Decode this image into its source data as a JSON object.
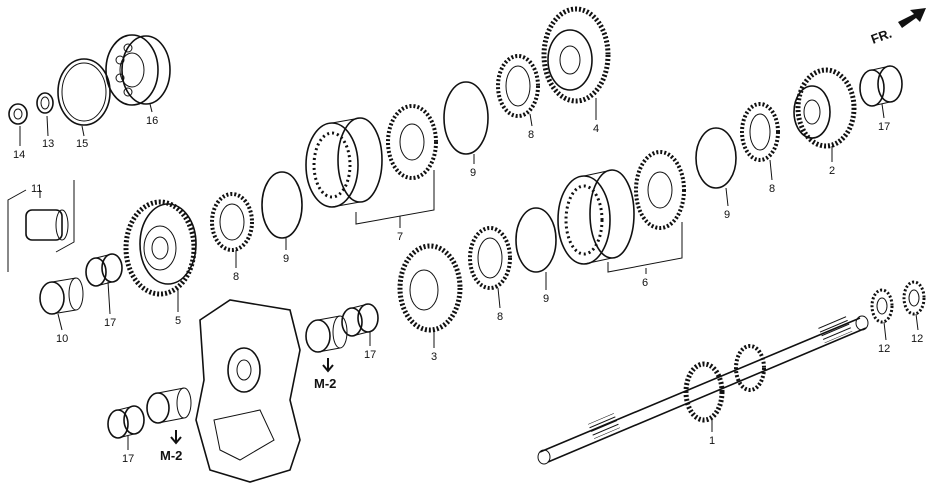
{
  "direction": {
    "label": "FR."
  },
  "callouts": [
    {
      "id": "c14",
      "text": "14"
    },
    {
      "id": "c13",
      "text": "13"
    },
    {
      "id": "c15",
      "text": "15"
    },
    {
      "id": "c16",
      "text": "16"
    },
    {
      "id": "c11",
      "text": "11"
    },
    {
      "id": "c10",
      "text": "10"
    },
    {
      "id": "c17a",
      "text": "17"
    },
    {
      "id": "c5",
      "text": "5"
    },
    {
      "id": "c8a",
      "text": "8"
    },
    {
      "id": "c9a",
      "text": "9"
    },
    {
      "id": "c7",
      "text": "7"
    },
    {
      "id": "c9b",
      "text": "9"
    },
    {
      "id": "c8b",
      "text": "8"
    },
    {
      "id": "c4",
      "text": "4"
    },
    {
      "id": "c17b",
      "text": "17"
    },
    {
      "id": "c2",
      "text": "2"
    },
    {
      "id": "c8c",
      "text": "8"
    },
    {
      "id": "c9c",
      "text": "9"
    },
    {
      "id": "c6",
      "text": "6"
    },
    {
      "id": "c9d",
      "text": "9"
    },
    {
      "id": "c8d",
      "text": "8"
    },
    {
      "id": "c3",
      "text": "3"
    },
    {
      "id": "c17c",
      "text": "17"
    },
    {
      "id": "c12a",
      "text": "12"
    },
    {
      "id": "c12b",
      "text": "12"
    },
    {
      "id": "c1",
      "text": "1"
    },
    {
      "id": "c17d",
      "text": "17"
    }
  ],
  "references": [
    {
      "id": "m2a",
      "text": "M-2"
    },
    {
      "id": "m2b",
      "text": "M-2"
    }
  ]
}
